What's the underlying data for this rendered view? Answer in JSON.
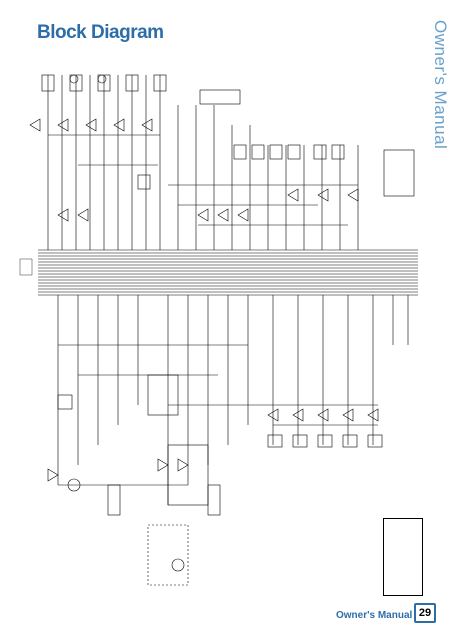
{
  "page": {
    "title": "Block Diagram",
    "side_title": "Owner's Manual",
    "footer_label": "Owner's Manual",
    "page_number": "29"
  },
  "colors": {
    "accent": "#2d6ea8",
    "side_title": "#6aa0c8",
    "line": "#000000"
  }
}
